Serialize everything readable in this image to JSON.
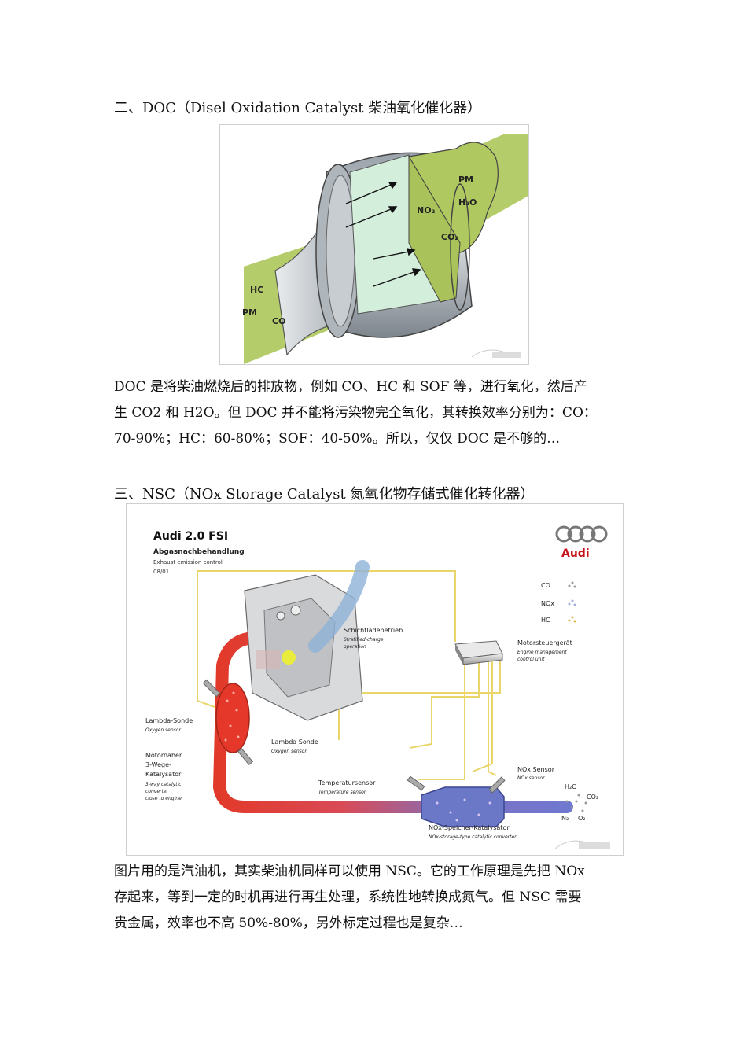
{
  "section2": {
    "heading": "二、DOC（Disel  Oxidation  Catalyst  柴油氧化催化器）",
    "figure": {
      "labels": {
        "pm_out": "PM",
        "h2o": "H₂O",
        "no2": "NO₂",
        "co2": "CO₂",
        "hc": "HC",
        "pm_in": "PM",
        "co": "CO"
      }
    },
    "lines": [
      "DOC 是将柴油燃烧后的排放物，例如 CO、HC 和 SOF 等，进行氧化，然后产",
      "生 CO2 和 H2O。但 DOC 并不能将污染物完全氧化，其转换效率分别为：CO：",
      "70-90%；HC：60-80%；SOF：40-50%。所以，仅仅 DOC 是不够的…"
    ]
  },
  "section3": {
    "heading": "三、NSC（NOx  Storage  Catalyst  氮氧化物存储式催化转化器）",
    "figure": {
      "title": "Audi 2.0 FSI",
      "subtitle_de": "Abgasnachbehandlung",
      "subtitle_en": "Exhaust emission control",
      "date": "08/01",
      "brand": "Audi",
      "legend": [
        "CO",
        "NOx",
        "HC"
      ],
      "engine_label_de": "Schichtladebetrieb",
      "engine_label_en_1": "Stratified-charge",
      "engine_label_en_2": "operation",
      "ecu_de": "Motorsteuergerät",
      "ecu_en_1": "Engine management",
      "ecu_en_2": "control unit",
      "lambda1_de": "Lambda-Sonde",
      "lambda1_en": "Oxygen sensor",
      "lambda2_de": "Lambda Sonde",
      "lambda2_en": "Oxygen sensor",
      "cat3_de_1": "Motornaher",
      "cat3_de_2": "3-Wege-",
      "cat3_de_3": "Katalysator",
      "cat3_en_1": "3-way catalytic",
      "cat3_en_2": "converter",
      "cat3_en_3": "close to engine",
      "temp_de": "Temperatursensor",
      "temp_en": "Temperature sensor",
      "nox_sensor_de": "NOx Sensor",
      "nox_sensor_en": "NOx sensor",
      "nsc_de": "NOx-Speicher-Katalysator",
      "nsc_en": "NOx-storage-type catalytic converter",
      "out_h2o": "H₂O",
      "out_co2": "CO₂",
      "out_n2": "N₂",
      "out_o2": "O₂"
    },
    "lines": [
      "图片用的是汽油机，其实柴油机同样可以使用 NSC。它的工作原理是先把 NOx",
      "存起来，等到一定的时机再进行再生处理，系统性地转换成氮气。但 NSC 需要",
      "贵金属，效率也不高 50%-80%，另外标定过程也是复杂…"
    ]
  }
}
